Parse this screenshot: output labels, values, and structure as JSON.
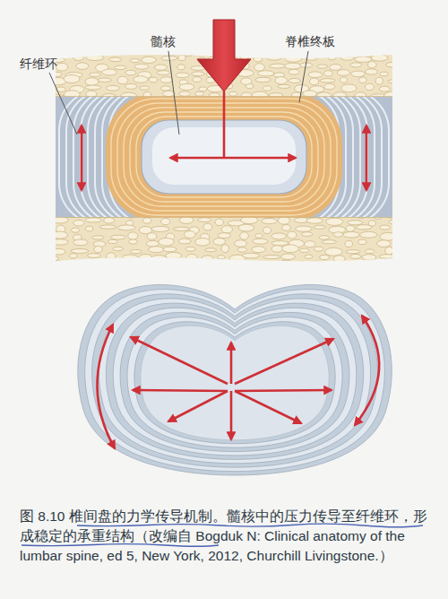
{
  "diagram": {
    "caption": "图 8.10 椎间盘的力学传导机制。髓核中的压力传导至纤维环，形成稳定的承重结构（改编自 Bogduk N: Clinical anatomy of the lumbar spine, ed 5, New York, 2012, Churchill Livingstone.）",
    "labels": [
      "纤维环",
      "髓核",
      "脊椎终板"
    ]
  }
}
